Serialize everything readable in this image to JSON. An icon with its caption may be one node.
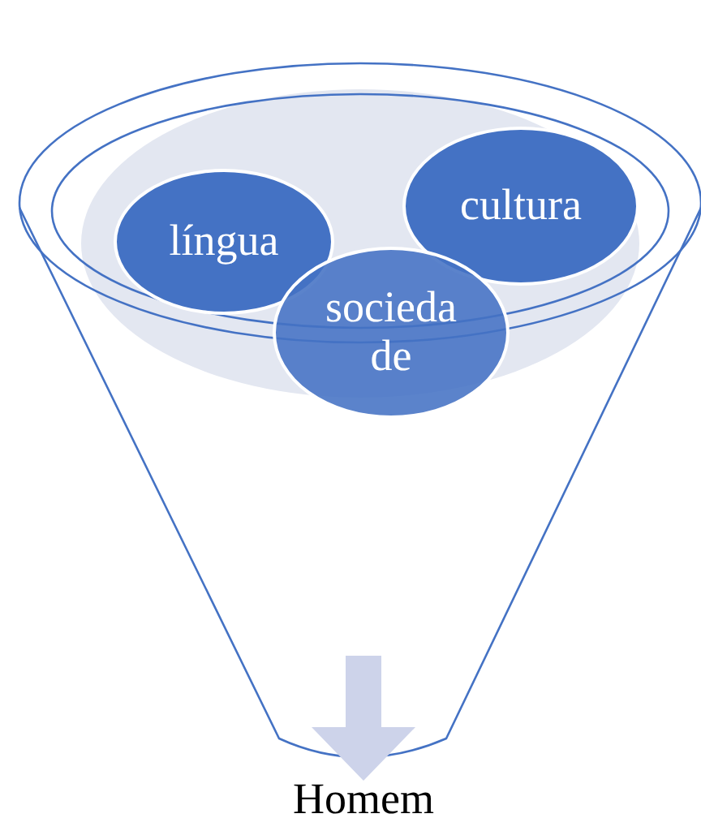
{
  "diagram": {
    "nodes": [
      {
        "text": [],
        "shape": "funnel"
      },
      {
        "text": [
          "língua"
        ],
        "in": 0
      },
      {
        "text": [
          "cultura"
        ],
        "in": 0
      },
      {
        "text": [
          "socieda de"
        ],
        "in": 0
      },
      {
        "text": [
          "Homem"
        ]
      }
    ],
    "edges": [
      {
        "from": 0,
        "to": 4,
        "arrow": "to"
      }
    ]
  }
}
